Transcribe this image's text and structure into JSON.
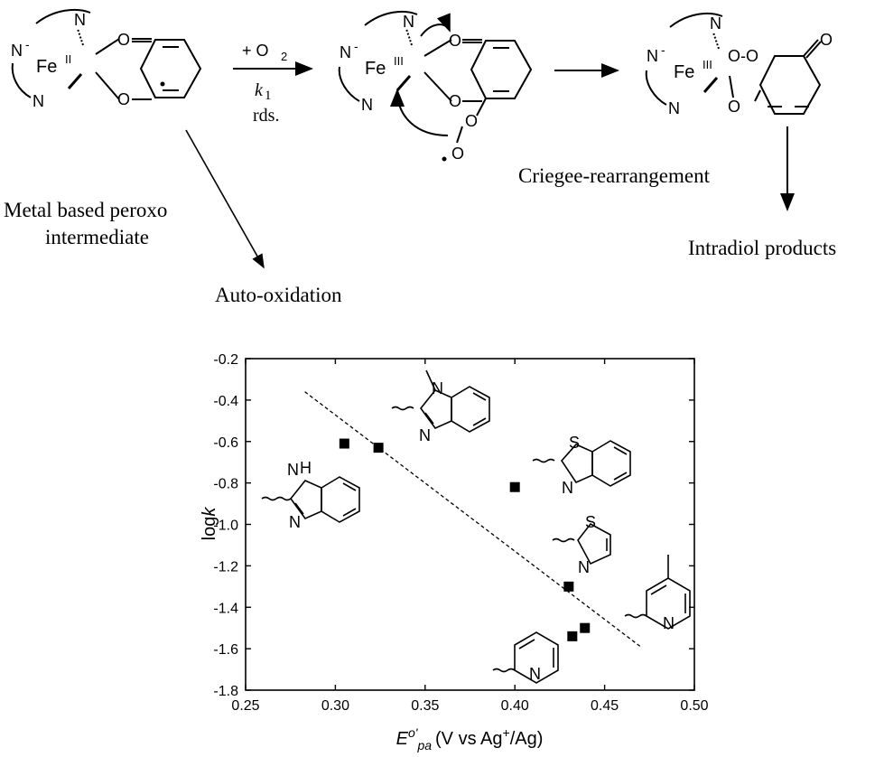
{
  "scheme": {
    "complex1": {
      "N_top": "N",
      "N_left": "N",
      "N_left_charge": "-",
      "N_bottom": "N",
      "Fe": "Fe",
      "ox": "II",
      "O_top": "O",
      "O_bottom": "O"
    },
    "arrow1": {
      "above": "+ O",
      "above_sub": "2",
      "k": "k",
      "k_sub": "1",
      "below": "rds."
    },
    "complex2": {
      "N_top": "N",
      "N_left": "N",
      "N_left_charge": "-",
      "N_bottom": "N",
      "Fe": "Fe",
      "ox": "III",
      "O_top": "O",
      "O_bottom": "O",
      "O_perox1": "O",
      "O_perox2": "O"
    },
    "complex3": {
      "N_top": "N",
      "N_left": "N",
      "N_left_charge": "-",
      "N_bottom": "N",
      "Fe": "Fe",
      "ox": "III",
      "O_peroxo": "O-O",
      "O_bottom": "O",
      "O_ketone": "O"
    },
    "label_criegee": "Criegee-rearrangement",
    "label_products": "Intradiol products",
    "label_metal_peroxo_1": "Metal based peroxo",
    "label_metal_peroxo_2": "intermediate",
    "label_autoox": "Auto-oxidation"
  },
  "chart_data": {
    "type": "scatter",
    "xlabel": "E",
    "xlabel_sup": "o'",
    "xlabel_sub": "pa",
    "xlabel_rest": "(V vs Ag",
    "xlabel_plus": "+",
    "xlabel_end": "/Ag)",
    "ylabel": "log",
    "ylabel_italic": "k",
    "xlim": [
      0.25,
      0.5
    ],
    "ylim": [
      -1.8,
      -0.2
    ],
    "xticks": [
      "0.25",
      "0.30",
      "0.35",
      "0.40",
      "0.45",
      "0.50"
    ],
    "yticks": [
      "-0.2",
      "-0.4",
      "-0.6",
      "-0.8",
      "-1.0",
      "-1.2",
      "-1.4",
      "-1.6",
      "-1.8"
    ],
    "points": [
      {
        "x": 0.305,
        "y": -0.61
      },
      {
        "x": 0.324,
        "y": -0.63
      },
      {
        "x": 0.4,
        "y": -0.82
      },
      {
        "x": 0.43,
        "y": -1.3
      },
      {
        "x": 0.432,
        "y": -1.54
      },
      {
        "x": 0.439,
        "y": -1.5
      }
    ],
    "fit_line": {
      "x": [
        0.283,
        0.47
      ],
      "y": [
        -0.36,
        -1.59
      ],
      "style": "dashed"
    },
    "structures": {
      "benzimidazole_NH": {
        "NH": "H",
        "N1": "N",
        "N2": "N"
      },
      "methylbenzimidazole": {
        "N1": "N",
        "N2": "N"
      },
      "benzothiazole": {
        "S": "S",
        "N": "N"
      },
      "thiazole": {
        "S": "S",
        "N": "N"
      },
      "methylpyridine": {
        "N": "N"
      },
      "pyridine": {
        "N": "N"
      }
    },
    "grid": false,
    "legend": "none"
  }
}
